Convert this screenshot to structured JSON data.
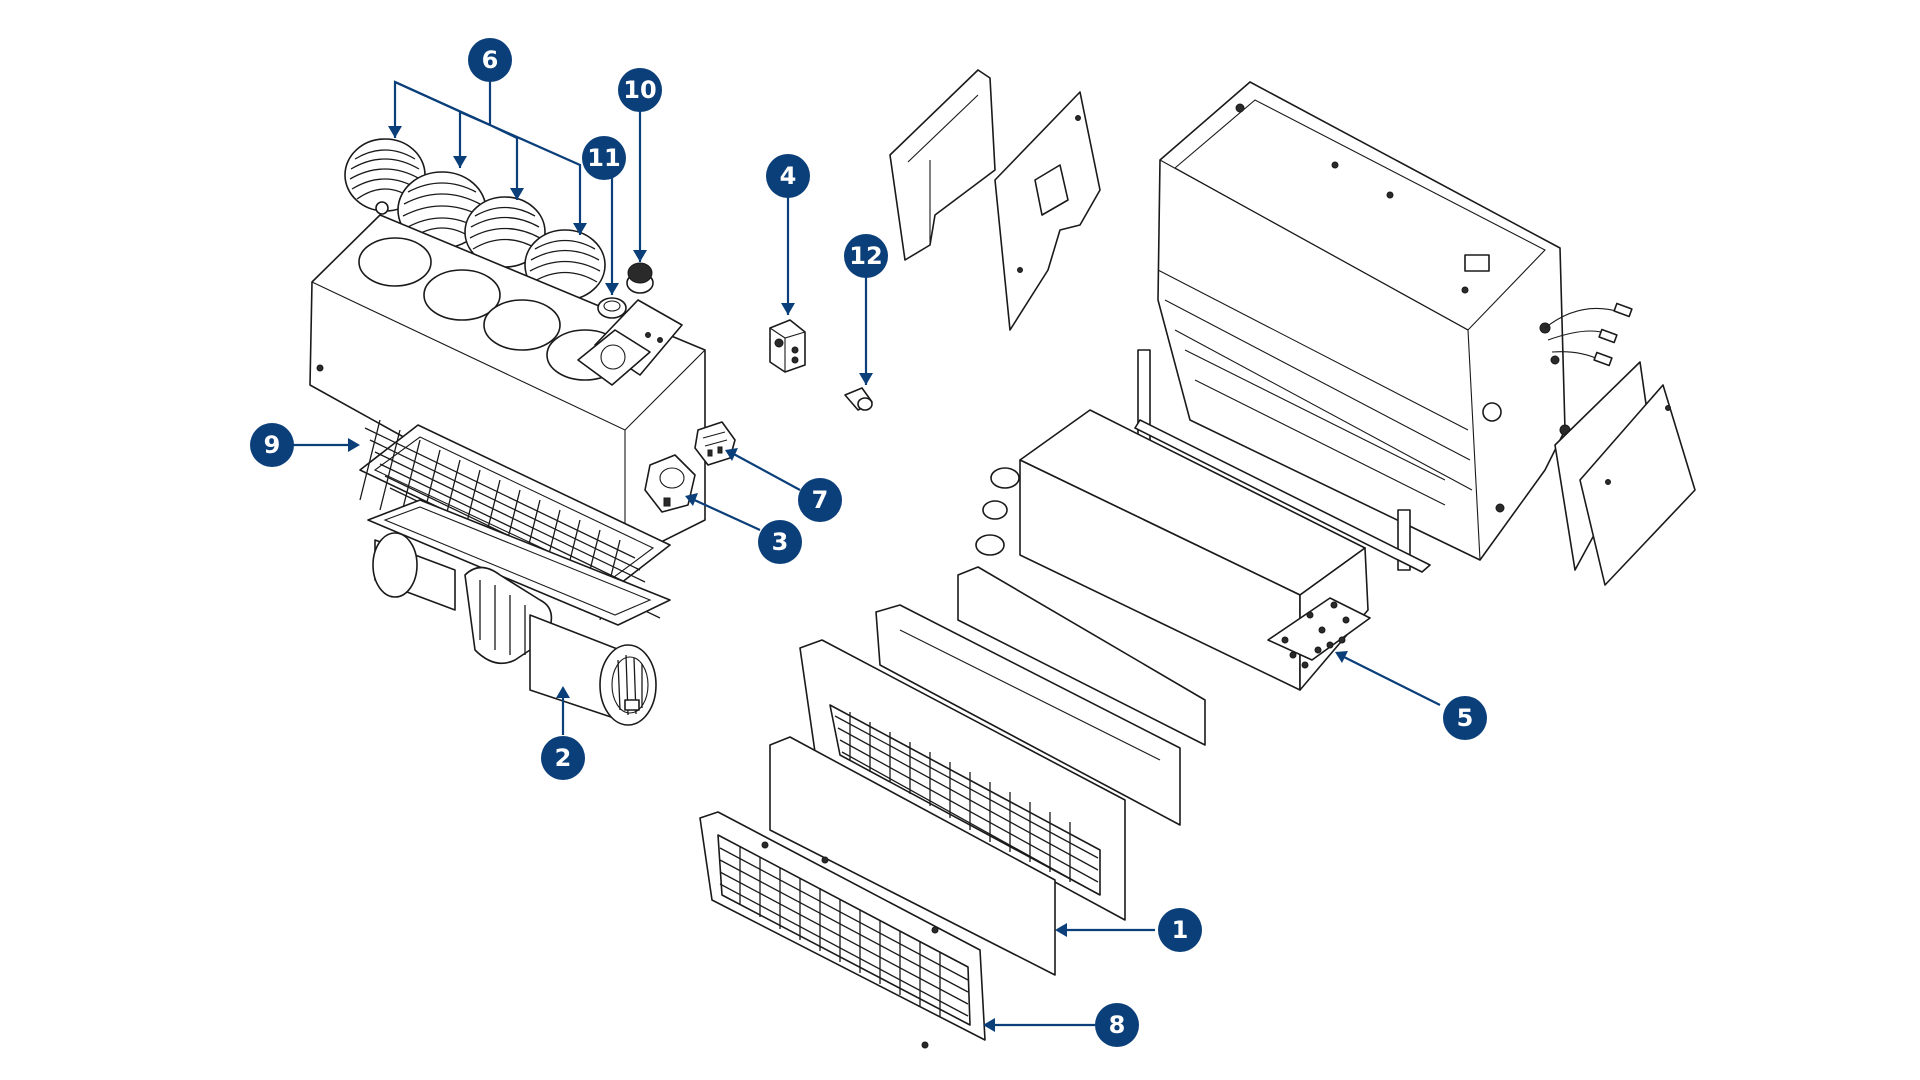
{
  "colors": {
    "callout_fill": "#0b3f7a",
    "leader": "#0b3f7a",
    "line": "#1a1a1a"
  },
  "callouts": [
    {
      "id": "1",
      "label": "1"
    },
    {
      "id": "2",
      "label": "2"
    },
    {
      "id": "3",
      "label": "3"
    },
    {
      "id": "4",
      "label": "4"
    },
    {
      "id": "5",
      "label": "5"
    },
    {
      "id": "6",
      "label": "6"
    },
    {
      "id": "7",
      "label": "7"
    },
    {
      "id": "8",
      "label": "8"
    },
    {
      "id": "9",
      "label": "9"
    },
    {
      "id": "10",
      "label": "10"
    },
    {
      "id": "11",
      "label": "11"
    },
    {
      "id": "12",
      "label": "12"
    }
  ]
}
